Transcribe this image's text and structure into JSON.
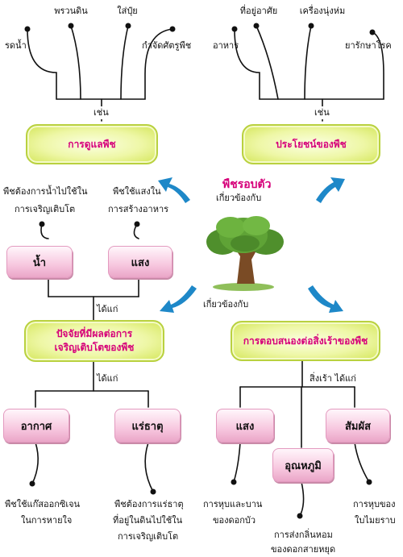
{
  "center": {
    "title": "พืชรอบตัว",
    "relate_up": "เกี่ยวข้องกับ",
    "relate_down": "เกี่ยวข้องกับ"
  },
  "care": {
    "banner": "การดูแลพืช",
    "connector": "เช่น",
    "items": [
      "พรวนดิน",
      "ใส่ปุ๋ย",
      "รดน้ำ",
      "กำจัดศัตรูพืช"
    ]
  },
  "benefit": {
    "banner": "ประโยชน์ของพืช",
    "connector": "เช่น",
    "items": [
      "ที่อยู่อาศัย",
      "เครื่องนุ่งห่ม",
      "อาหาร",
      "ยารักษาโรค"
    ]
  },
  "factors": {
    "banner_line1": "ปัจจัยที่มีผลต่อการ",
    "banner_line2": "เจริญเติบโตของพืช",
    "connector_top": "ได้แก่",
    "connector_bottom": "ได้แก่",
    "water": {
      "label": "น้ำ",
      "desc1": "พืชต้องการน้ำไปใช้ใน",
      "desc2": "การเจริญเติบโต"
    },
    "light": {
      "label": "แสง",
      "desc1": "พืชใช้แสงใน",
      "desc2": "การสร้างอาหาร"
    },
    "air": {
      "label": "อากาศ",
      "desc1": "พืชใช้แก๊สออกซิเจน",
      "desc2": "ในการหายใจ"
    },
    "minerals": {
      "label": "แร่ธาตุ",
      "desc1": "พืชต้องการแร่ธาตุ",
      "desc2": "ที่อยู่ในดินไปใช้ใน",
      "desc3": "การเจริญเติบโต"
    }
  },
  "response": {
    "banner": "การตอบสนองต่อสิ่งเร้าของพืช",
    "connector": "สิ่งเร้า ได้แก่",
    "light": {
      "label": "แสง",
      "desc1": "การหุบและบาน",
      "desc2": "ของดอกบัว"
    },
    "temperature": {
      "label": "อุณหภูมิ",
      "desc1": "การส่งกลิ่นหอม",
      "desc2": "ของดอกสายหยุด"
    },
    "touch": {
      "label": "สัมผัส",
      "desc1": "การหุบของ",
      "desc2": "ใบไมยราบ"
    }
  },
  "colors": {
    "banner_text": "#d6007a",
    "arrow": "#1e88c8",
    "line": "#111111"
  }
}
